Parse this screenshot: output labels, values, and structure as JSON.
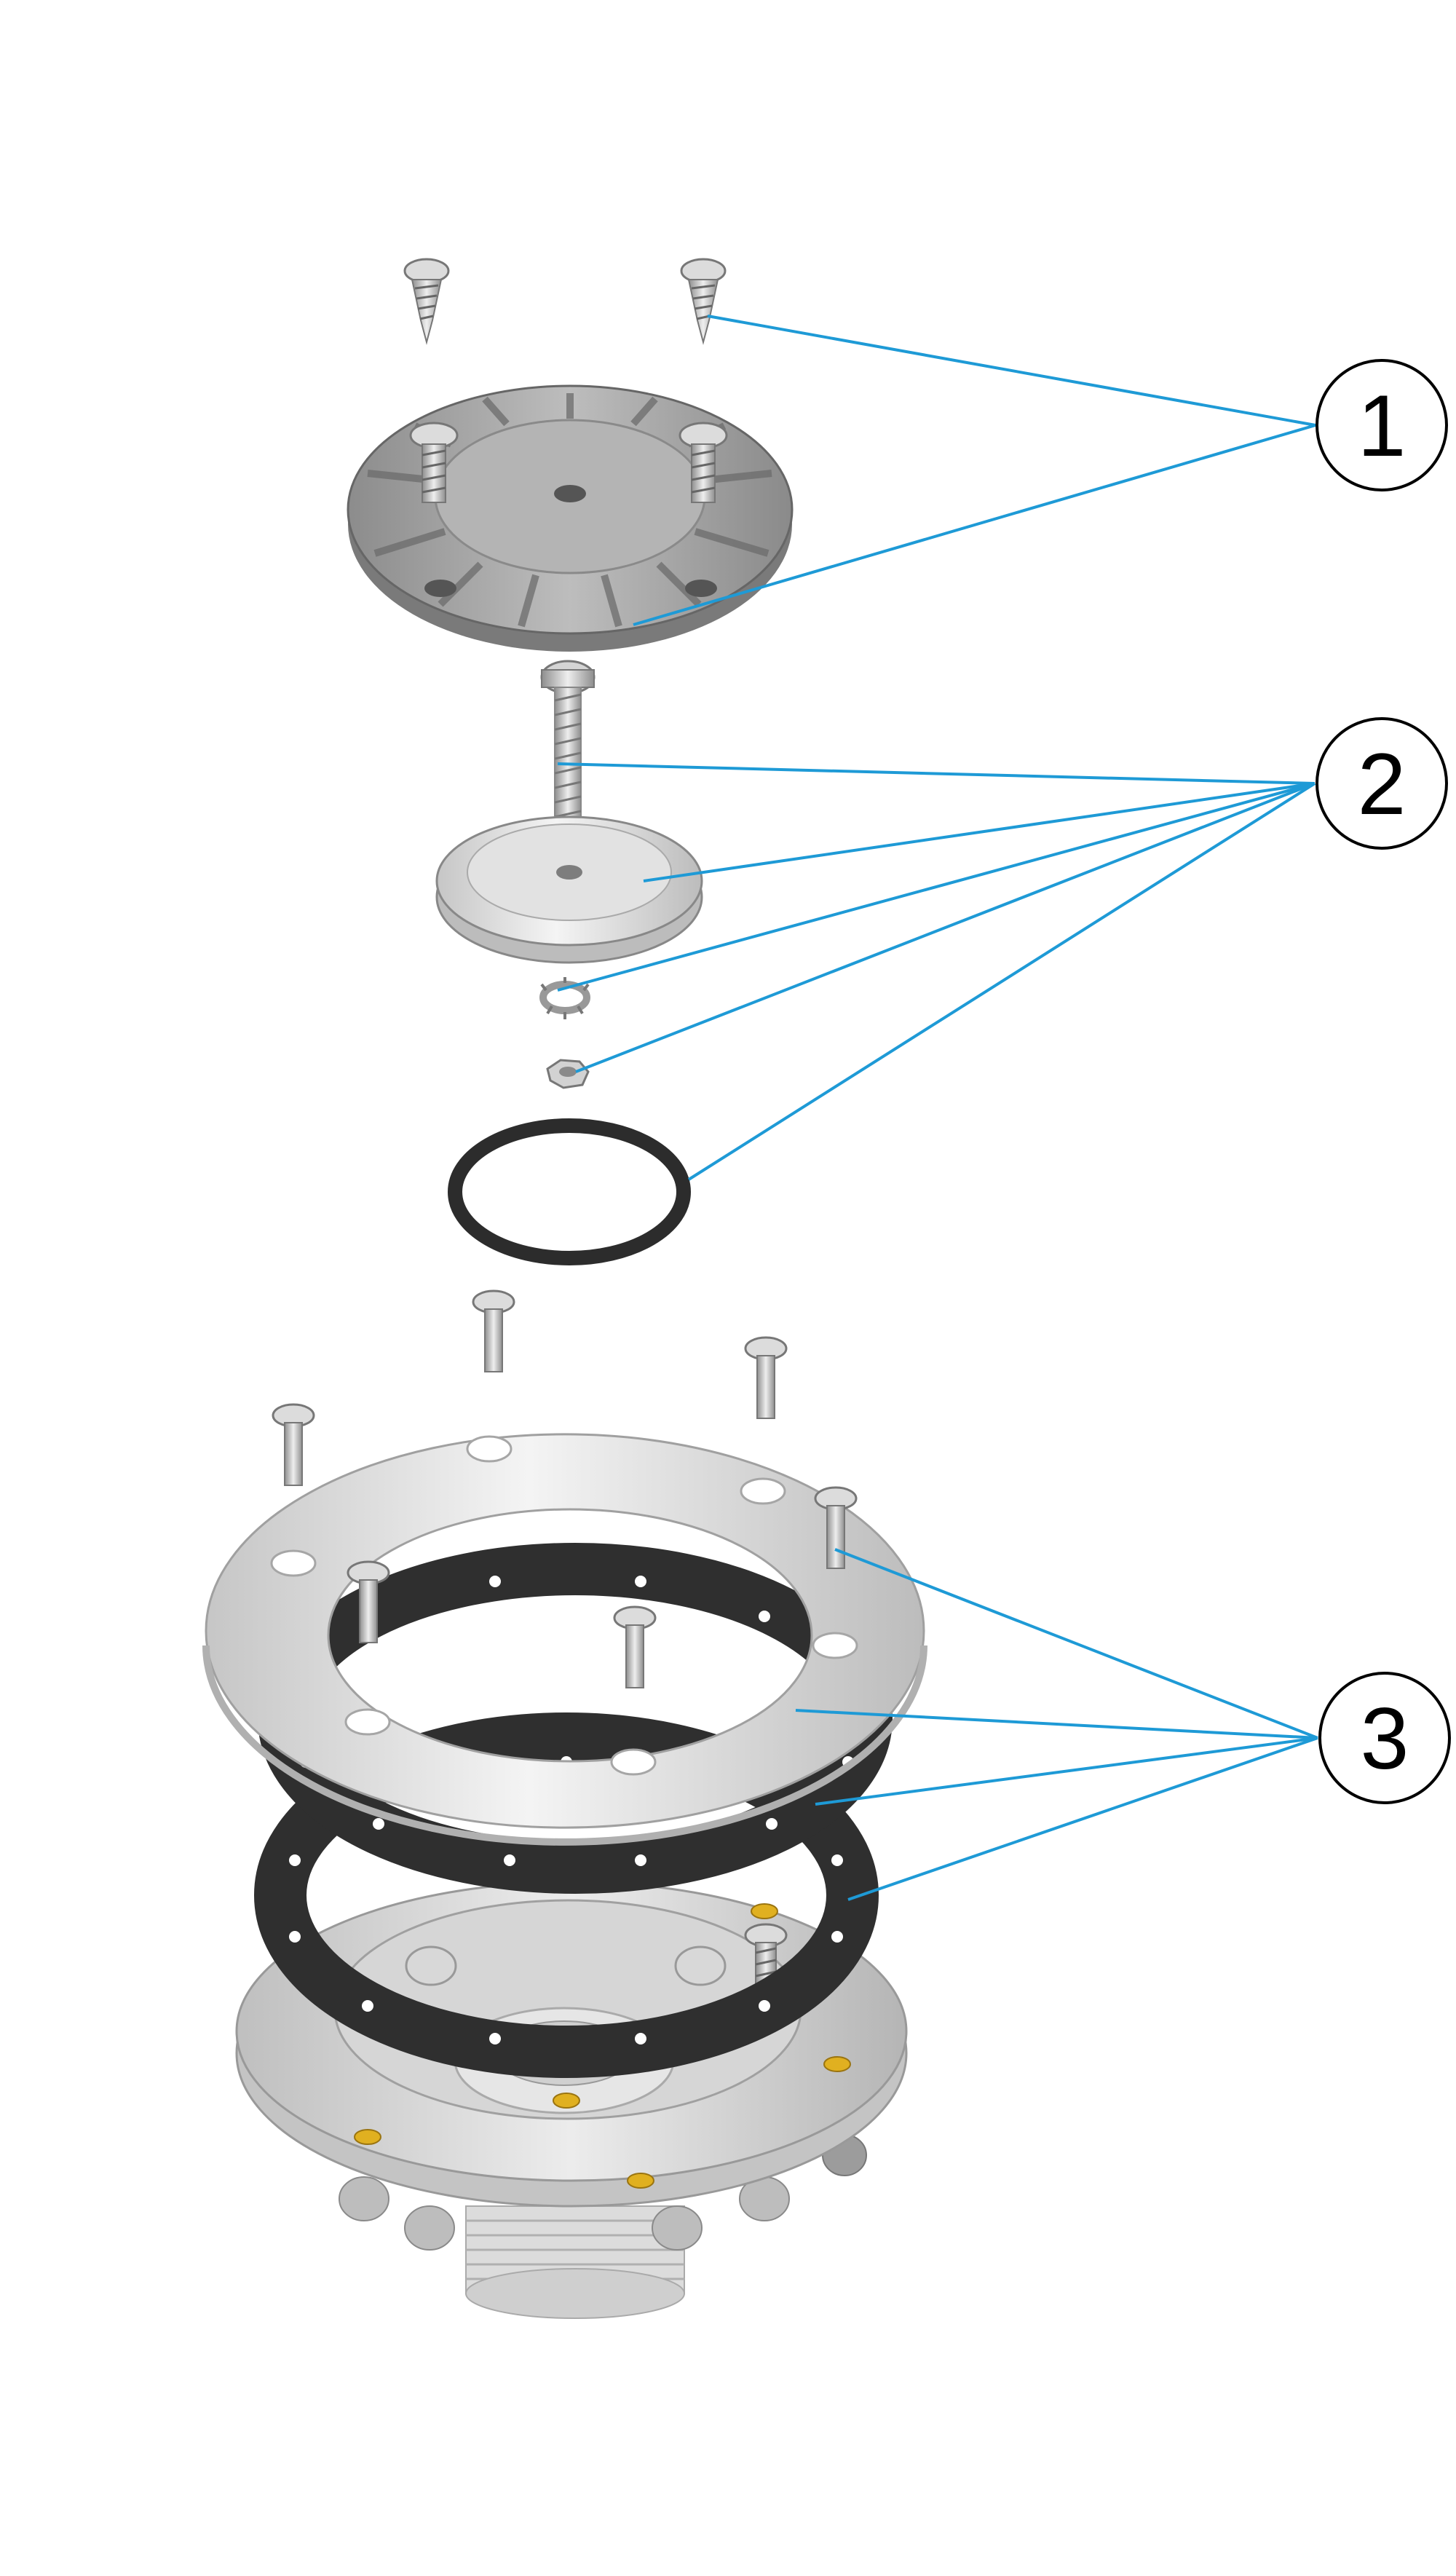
{
  "diagram": {
    "callouts": [
      {
        "label": "1"
      },
      {
        "label": "2"
      },
      {
        "label": "3"
      }
    ]
  },
  "colors": {
    "leader_line": "#1e9ad6",
    "callout_stroke": "#000000",
    "grate": "#a9a9a9",
    "metal": "#d8d8d8",
    "gasket": "#2f2f2f",
    "brass_insert": "#e0b020"
  }
}
